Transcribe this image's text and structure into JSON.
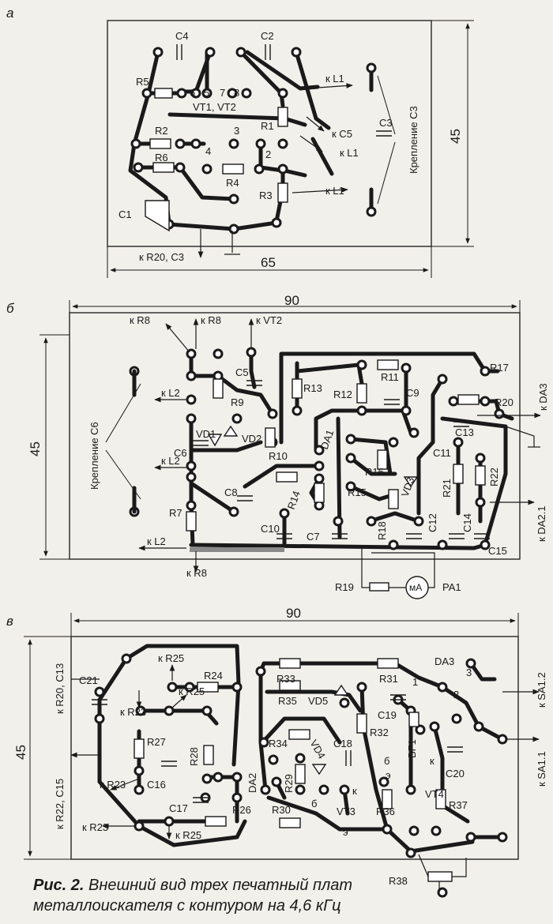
{
  "boards": {
    "a": {
      "tag": "а",
      "width": "65",
      "height": "45",
      "mount_label": "Крепление С3",
      "components": [
        {
          "id": "a-c4",
          "label": "C4"
        },
        {
          "id": "a-c2",
          "label": "C2"
        },
        {
          "id": "a-r5",
          "label": "R5"
        },
        {
          "id": "a-vt",
          "label": "VT1, VT2"
        },
        {
          "id": "a-r1",
          "label": "R1"
        },
        {
          "id": "a-r2",
          "label": "R2"
        },
        {
          "id": "a-r6",
          "label": "R6"
        },
        {
          "id": "a-r4",
          "label": "R4"
        },
        {
          "id": "a-r3",
          "label": "R3"
        },
        {
          "id": "a-c1",
          "label": "C1"
        },
        {
          "id": "a-c3",
          "label": "C3"
        }
      ],
      "pins": [
        {
          "id": "a-p6",
          "label": "6"
        },
        {
          "id": "a-p5",
          "label": "5"
        },
        {
          "id": "a-p7",
          "label": "7"
        },
        {
          "id": "a-p8",
          "label": "8"
        },
        {
          "id": "a-p4",
          "label": "4"
        },
        {
          "id": "a-p3",
          "label": "3"
        },
        {
          "id": "a-p2",
          "label": "2"
        }
      ],
      "connections": [
        {
          "id": "a-l1a",
          "label": "к L1"
        },
        {
          "id": "a-c5",
          "label": "к С5"
        },
        {
          "id": "a-l1b",
          "label": "к L1"
        },
        {
          "id": "a-l1c",
          "label": "к L1"
        },
        {
          "id": "a-r20",
          "label": "к R20, С3"
        }
      ]
    },
    "b": {
      "tag": "б",
      "width": "90",
      "height": "45",
      "mount_label": "Крепление С6",
      "components": [
        {
          "id": "b-r9",
          "label": "R9"
        },
        {
          "id": "b-c5",
          "label": "C5"
        },
        {
          "id": "b-r13",
          "label": "R13"
        },
        {
          "id": "b-r11",
          "label": "R11"
        },
        {
          "id": "b-r12",
          "label": "R12"
        },
        {
          "id": "b-c9",
          "label": "C9"
        },
        {
          "id": "b-r17",
          "label": "R17"
        },
        {
          "id": "b-r20",
          "label": "R20"
        },
        {
          "id": "b-c13",
          "label": "C13"
        },
        {
          "id": "b-vd1",
          "label": "VD1"
        },
        {
          "id": "b-vd2",
          "label": "VD2"
        },
        {
          "id": "b-c6",
          "label": "C6"
        },
        {
          "id": "b-r10",
          "label": "R10"
        },
        {
          "id": "b-da1",
          "label": "DA1"
        },
        {
          "id": "b-c11",
          "label": "C11"
        },
        {
          "id": "b-r16",
          "label": "R16"
        },
        {
          "id": "b-c8",
          "label": "C8"
        },
        {
          "id": "b-r14",
          "label": "R14"
        },
        {
          "id": "b-r15",
          "label": "R15"
        },
        {
          "id": "b-vd3",
          "label": "VD3"
        },
        {
          "id": "b-r21",
          "label": "R21"
        },
        {
          "id": "b-r22",
          "label": "R22"
        },
        {
          "id": "b-r7",
          "label": "R7"
        },
        {
          "id": "b-c10",
          "label": "C10"
        },
        {
          "id": "b-c7",
          "label": "C7"
        },
        {
          "id": "b-r18",
          "label": "R18"
        },
        {
          "id": "b-c12",
          "label": "C12"
        },
        {
          "id": "b-c14",
          "label": "C14"
        },
        {
          "id": "b-c15",
          "label": "C15"
        },
        {
          "id": "b-r19",
          "label": "R19"
        },
        {
          "id": "b-pa1",
          "label": "PA1"
        }
      ],
      "meter_label": "мА",
      "connections": [
        {
          "id": "b-r8a",
          "label": "к R8"
        },
        {
          "id": "b-r8b",
          "label": "к R8"
        },
        {
          "id": "b-vt2",
          "label": "к VT2"
        },
        {
          "id": "b-l2a",
          "label": "к L2"
        },
        {
          "id": "b-l2b",
          "label": "к L2"
        },
        {
          "id": "b-l2c",
          "label": "к L2"
        },
        {
          "id": "b-r8c",
          "label": "к R8"
        },
        {
          "id": "b-da3",
          "label": "к DA3"
        },
        {
          "id": "b-da21",
          "label": "к DA2.1"
        }
      ]
    },
    "c": {
      "tag": "в",
      "width": "90",
      "height": "45",
      "components": [
        {
          "id": "c-c21",
          "label": "C21"
        },
        {
          "id": "c-r24",
          "label": "R24"
        },
        {
          "id": "c-r33",
          "label": "R33"
        },
        {
          "id": "c-r31",
          "label": "R31"
        },
        {
          "id": "c-da3",
          "label": "DA3"
        },
        {
          "id": "c-r35",
          "label": "R35"
        },
        {
          "id": "c-vd5",
          "label": "VD5"
        },
        {
          "id": "c-c19",
          "label": "C19"
        },
        {
          "id": "c-r27",
          "label": "R27"
        },
        {
          "id": "c-r28",
          "label": "R28"
        },
        {
          "id": "c-r34",
          "label": "R34"
        },
        {
          "id": "c-vd4",
          "label": "VD4"
        },
        {
          "id": "c-c18",
          "label": "C18"
        },
        {
          "id": "c-r32",
          "label": "R32"
        },
        {
          "id": "c-bf1",
          "label": "BF1"
        },
        {
          "id": "c-c20",
          "label": "C20"
        },
        {
          "id": "c-c16",
          "label": "C16"
        },
        {
          "id": "c-da2",
          "label": "DA2"
        },
        {
          "id": "c-r29",
          "label": "R29"
        },
        {
          "id": "c-vt4",
          "label": "VT4"
        },
        {
          "id": "c-c17",
          "label": "C17"
        },
        {
          "id": "c-r26",
          "label": "R26"
        },
        {
          "id": "c-r30",
          "label": "R30"
        },
        {
          "id": "c-vt3",
          "label": "VT3"
        },
        {
          "id": "c-r36",
          "label": "R36"
        },
        {
          "id": "c-r37",
          "label": "R37"
        },
        {
          "id": "c-r38",
          "label": "R38"
        }
      ],
      "pins": [
        {
          "id": "c-p1",
          "label": "1"
        },
        {
          "id": "c-p2",
          "label": "2"
        },
        {
          "id": "c-p3",
          "label": "3"
        },
        {
          "id": "c-pb1",
          "label": "б"
        },
        {
          "id": "c-pk1",
          "label": "к"
        },
        {
          "id": "c-pb2",
          "label": "б"
        },
        {
          "id": "c-pk2",
          "label": "к"
        },
        {
          "id": "c-pe1",
          "label": "э"
        },
        {
          "id": "c-pe2",
          "label": "э"
        }
      ],
      "connections": [
        {
          "id": "c-r25a",
          "label": "к R25"
        },
        {
          "id": "c-r25b",
          "label": "к R25"
        },
        {
          "id": "c-r23a",
          "label": "к R23"
        },
        {
          "id": "c-r23b",
          "label": "к R23"
        },
        {
          "id": "c-r25c",
          "label": "к R25"
        },
        {
          "id": "c-r23c",
          "label": "к R23"
        },
        {
          "id": "c-sa12",
          "label": "к SA1.2"
        },
        {
          "id": "c-sa11",
          "label": "к SA1.1"
        },
        {
          "id": "c-r20c13",
          "label": "к R20, С13"
        },
        {
          "id": "c-r22c15",
          "label": "к R22, С15"
        }
      ]
    }
  },
  "caption": {
    "prefix": "Рис. 2.",
    "line1": " Внешний вид трех печатный плат",
    "line2": "металлоискателя с контуром на 4,6 кГц"
  }
}
